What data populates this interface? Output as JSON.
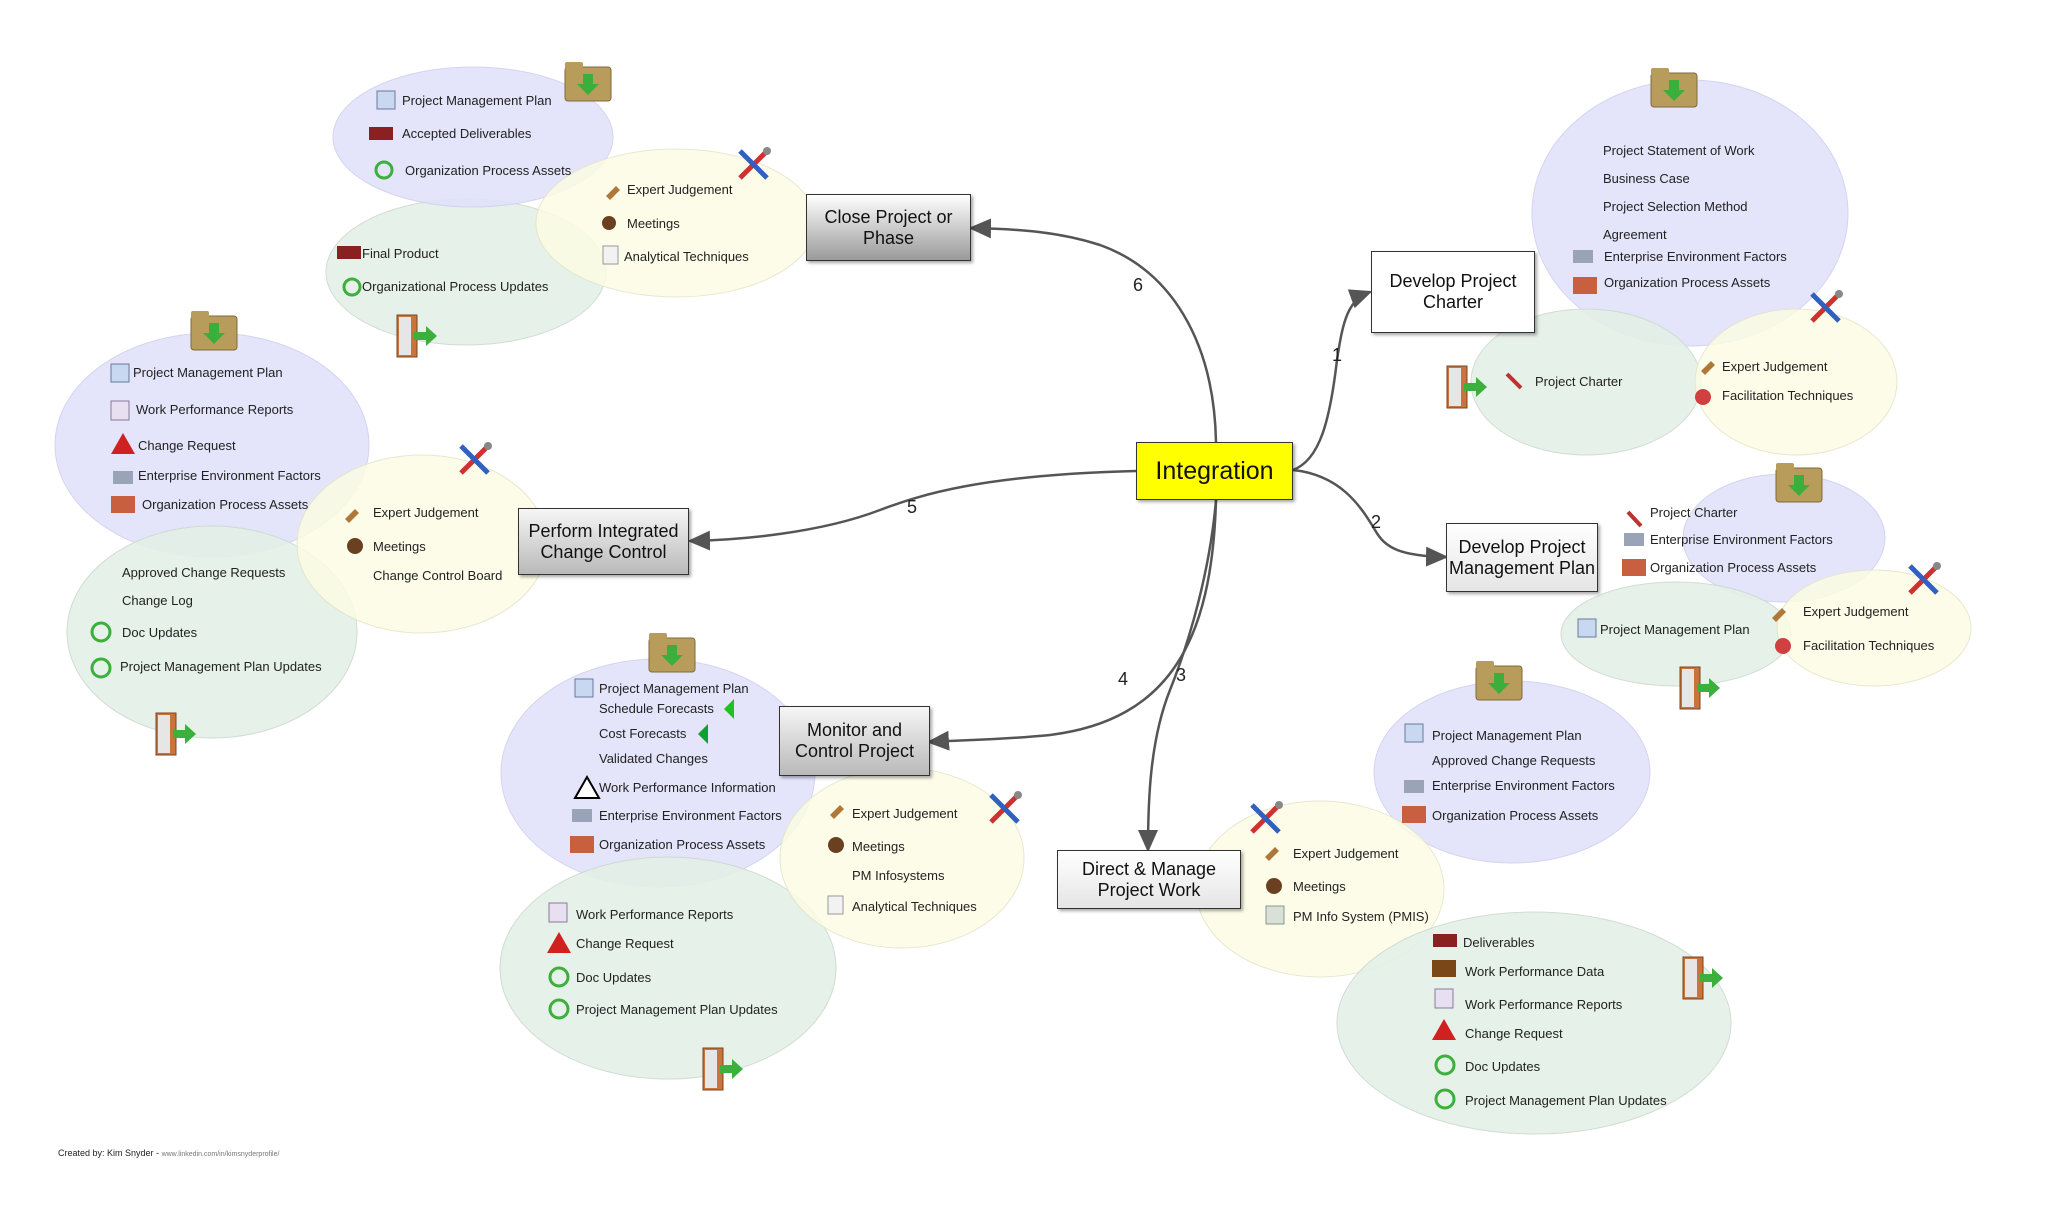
{
  "center": "Integration",
  "nodes": {
    "develop_charter": "Develop Project\nCharter",
    "develop_pmp": "Develop Project\nManagement Plan",
    "direct_manage": "Direct & Manage\nProject Work",
    "monitor_control": "Monitor and\nControl Project",
    "integrated_change": "Perform Integrated\nChange Control",
    "close_project": "Close Project or\nPhase"
  },
  "connector_labels": [
    "1",
    "2",
    "3",
    "4",
    "5",
    "6"
  ],
  "charter": {
    "inputs": [
      "Project Statement of Work",
      "Business Case",
      "Project Selection Method",
      "Agreement",
      "Enterprise Environment Factors",
      "Organization Process Assets"
    ],
    "tools": [
      "Expert Judgement",
      "Facilitation Techniques"
    ],
    "outputs": [
      "Project Charter"
    ]
  },
  "pmp": {
    "inputs": [
      "Project Charter",
      "Enterprise Environment Factors",
      "Organization Process Assets"
    ],
    "tools": [
      "Expert Judgement",
      "Facilitation Techniques"
    ],
    "outputs": [
      "Project Management Plan"
    ]
  },
  "direct": {
    "inputs": [
      "Project Management Plan",
      "Approved Change Requests",
      "Enterprise Environment Factors",
      "Organization Process Assets"
    ],
    "tools": [
      "Expert Judgement",
      "Meetings",
      "PM Info System (PMIS)"
    ],
    "outputs": [
      "Deliverables",
      "Work Performance Data",
      "Work Performance Reports",
      "Change Request",
      "Doc Updates",
      "Project Management Plan Updates"
    ]
  },
  "monitor": {
    "inputs": [
      "Project Management Plan",
      "Schedule Forecasts",
      "Cost Forecasts",
      "Validated Changes",
      "Work Performance Information",
      "Enterprise Environment Factors",
      "Organization Process Assets"
    ],
    "tools": [
      "Expert Judgement",
      "Meetings",
      "PM Infosystems",
      "Analytical Techniques"
    ],
    "outputs": [
      "Work Performance Reports",
      "Change Request",
      "Doc Updates",
      "Project Management Plan Updates"
    ]
  },
  "change": {
    "inputs": [
      "Project Management Plan",
      "Work Performance Reports",
      "Change Request",
      "Enterprise Environment Factors",
      "Organization Process Assets"
    ],
    "tools": [
      "Expert Judgement",
      "Meetings",
      "Change Control Board"
    ],
    "outputs": [
      "Approved Change Requests",
      "Change Log",
      "Doc Updates",
      "Project Management Plan Updates"
    ]
  },
  "close": {
    "inputs": [
      "Project Management Plan",
      "Accepted Deliverables",
      "Organization Process Assets"
    ],
    "tools": [
      "Expert Judgement",
      "Meetings",
      "Analytical Techniques"
    ],
    "outputs": [
      "Final Product",
      "Organizational Process Updates"
    ]
  },
  "credit": {
    "label": "Created by: Kim Snyder -",
    "link": "www.linkedin.com/in/kimsnyderprofile/"
  },
  "colors": {
    "inputs": "#e2e2fb",
    "tools": "#fcfce4",
    "outputs": "#e4f0e7",
    "center": "#ffff00"
  }
}
